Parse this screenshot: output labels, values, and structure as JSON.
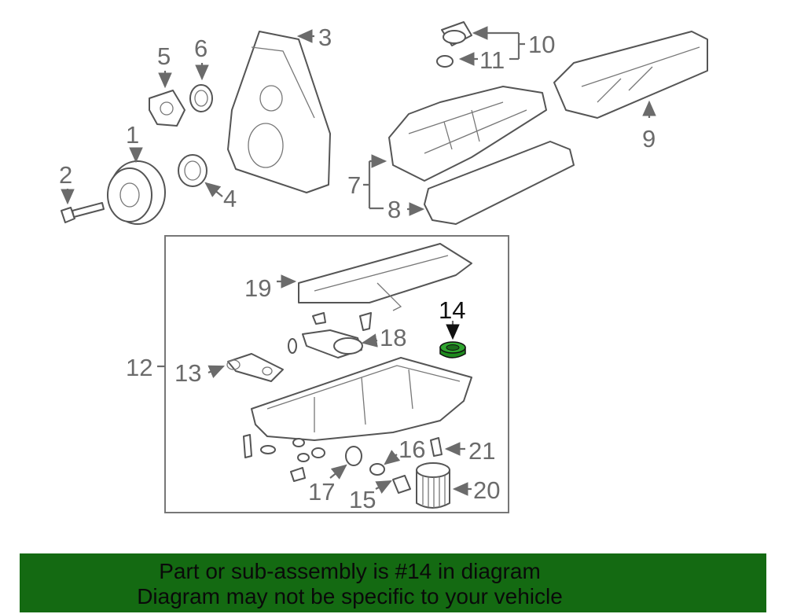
{
  "diagram": {
    "callouts": {
      "c1": "1",
      "c2": "2",
      "c3": "3",
      "c4": "4",
      "c5": "5",
      "c6": "6",
      "c7": "7",
      "c8": "8",
      "c9": "9",
      "c10": "10",
      "c11": "11",
      "c12": "12",
      "c13": "13",
      "c14": "14",
      "c15": "15",
      "c16": "16",
      "c17": "17",
      "c18": "18",
      "c19": "19",
      "c20": "20",
      "c21": "21"
    },
    "highlight_part": "14",
    "highlight_color": "#1f8a1f"
  },
  "banner": {
    "line1": "Part or sub-assembly is #14 in diagram",
    "line2": "Diagram may not be specific to your vehicle",
    "background": "#146a12"
  }
}
